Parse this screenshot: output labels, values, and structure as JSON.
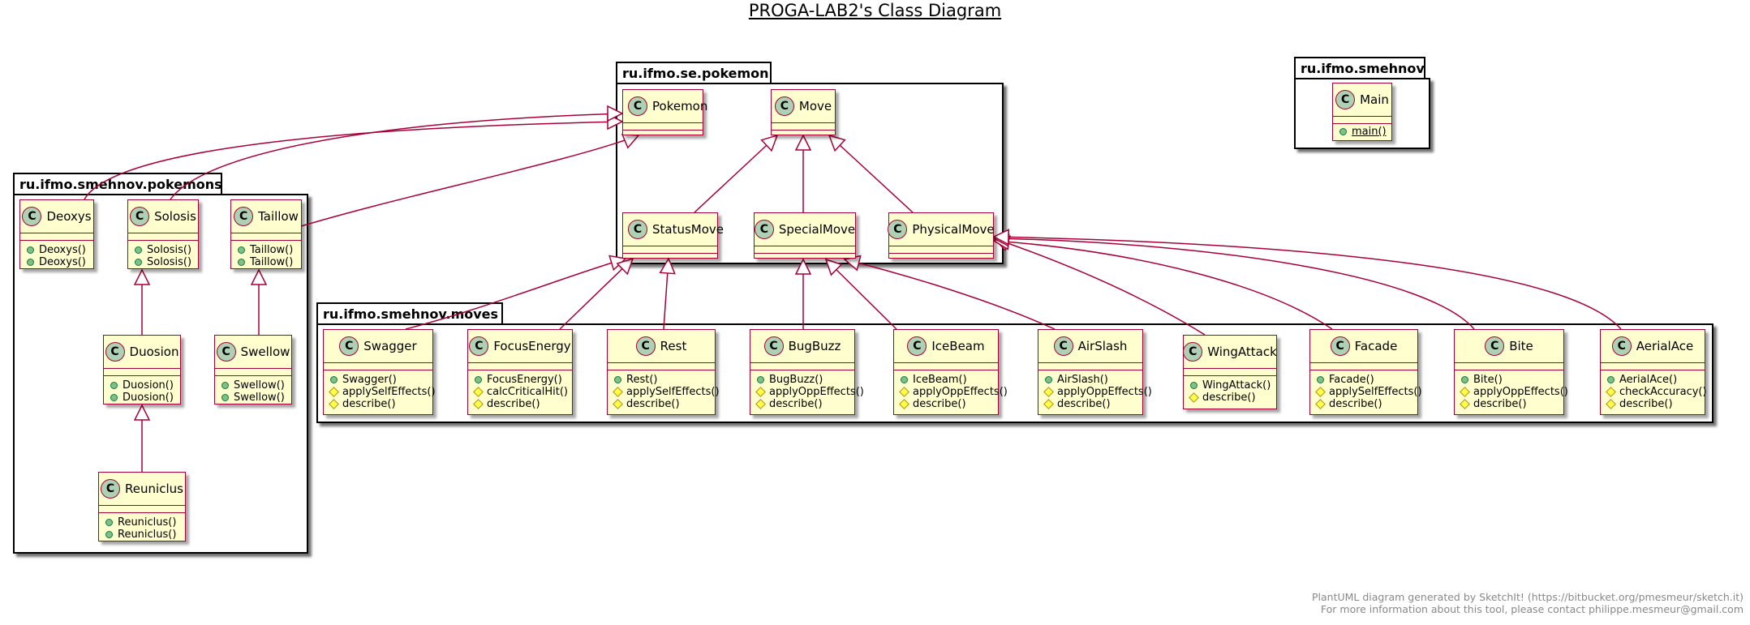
{
  "title": "PROGA-LAB2's Class Diagram",
  "colors": {
    "class_fill": "#fefece",
    "class_border": "#a80036",
    "badge": "#add1b2",
    "link": "#a80036"
  },
  "packages": {
    "se_pokemon": {
      "name": "ru.ifmo.se.pokemon"
    },
    "smehnov": {
      "name": "ru.ifmo.smehnov"
    },
    "pokemons": {
      "name": "ru.ifmo.smehnov.pokemons"
    },
    "moves": {
      "name": "ru.ifmo.smehnov.moves"
    }
  },
  "classes": {
    "pokemon": {
      "name": "Pokemon",
      "badge": "C"
    },
    "move": {
      "name": "Move",
      "badge": "C"
    },
    "statusmove": {
      "name": "StatusMove",
      "badge": "C"
    },
    "specialmove": {
      "name": "SpecialMove",
      "badge": "C"
    },
    "physicalmove": {
      "name": "PhysicalMove",
      "badge": "C"
    },
    "main": {
      "name": "Main",
      "badge": "C",
      "methods": [
        "main()"
      ]
    },
    "deoxys": {
      "name": "Deoxys",
      "badge": "C",
      "methods": [
        "Deoxys()",
        "Deoxys()"
      ]
    },
    "solosis": {
      "name": "Solosis",
      "badge": "C",
      "methods": [
        "Solosis()",
        "Solosis()"
      ]
    },
    "taillow": {
      "name": "Taillow",
      "badge": "C",
      "methods": [
        "Taillow()",
        "Taillow()"
      ]
    },
    "duosion": {
      "name": "Duosion",
      "badge": "C",
      "methods": [
        "Duosion()",
        "Duosion()"
      ]
    },
    "swellow": {
      "name": "Swellow",
      "badge": "C",
      "methods": [
        "Swellow()",
        "Swellow()"
      ]
    },
    "reuniclus": {
      "name": "Reuniclus",
      "badge": "C",
      "methods": [
        "Reuniclus()",
        "Reuniclus()"
      ]
    },
    "swagger": {
      "name": "Swagger",
      "badge": "C",
      "methods": [
        "Swagger()",
        "applySelfEffects()",
        "describe()"
      ]
    },
    "focusenergy": {
      "name": "FocusEnergy",
      "badge": "C",
      "methods": [
        "FocusEnergy()",
        "calcCriticalHit()",
        "describe()"
      ]
    },
    "rest": {
      "name": "Rest",
      "badge": "C",
      "methods": [
        "Rest()",
        "applySelfEffects()",
        "describe()"
      ]
    },
    "bugbuzz": {
      "name": "BugBuzz",
      "badge": "C",
      "methods": [
        "BugBuzz()",
        "applyOppEffects()",
        "describe()"
      ]
    },
    "icebeam": {
      "name": "IceBeam",
      "badge": "C",
      "methods": [
        "IceBeam()",
        "applyOppEffects()",
        "describe()"
      ]
    },
    "airslash": {
      "name": "AirSlash",
      "badge": "C",
      "methods": [
        "AirSlash()",
        "applyOppEffects()",
        "describe()"
      ]
    },
    "wingattack": {
      "name": "WingAttack",
      "badge": "C",
      "methods": [
        "WingAttack()",
        "describe()"
      ]
    },
    "facade": {
      "name": "Facade",
      "badge": "C",
      "methods": [
        "Facade()",
        "applySelfEffects()",
        "describe()"
      ]
    },
    "bite": {
      "name": "Bite",
      "badge": "C",
      "methods": [
        "Bite()",
        "applyOppEffects()",
        "describe()"
      ]
    },
    "aerialace": {
      "name": "AerialAce",
      "badge": "C",
      "methods": [
        "AerialAce()",
        "checkAccuracy()",
        "describe()"
      ]
    }
  },
  "footer": {
    "line1": "PlantUML diagram generated by SketchIt! (https://bitbucket.org/pmesmeur/sketch.it)",
    "line2": "For more information about this tool, please contact philippe.mesmeur@gmail.com"
  }
}
